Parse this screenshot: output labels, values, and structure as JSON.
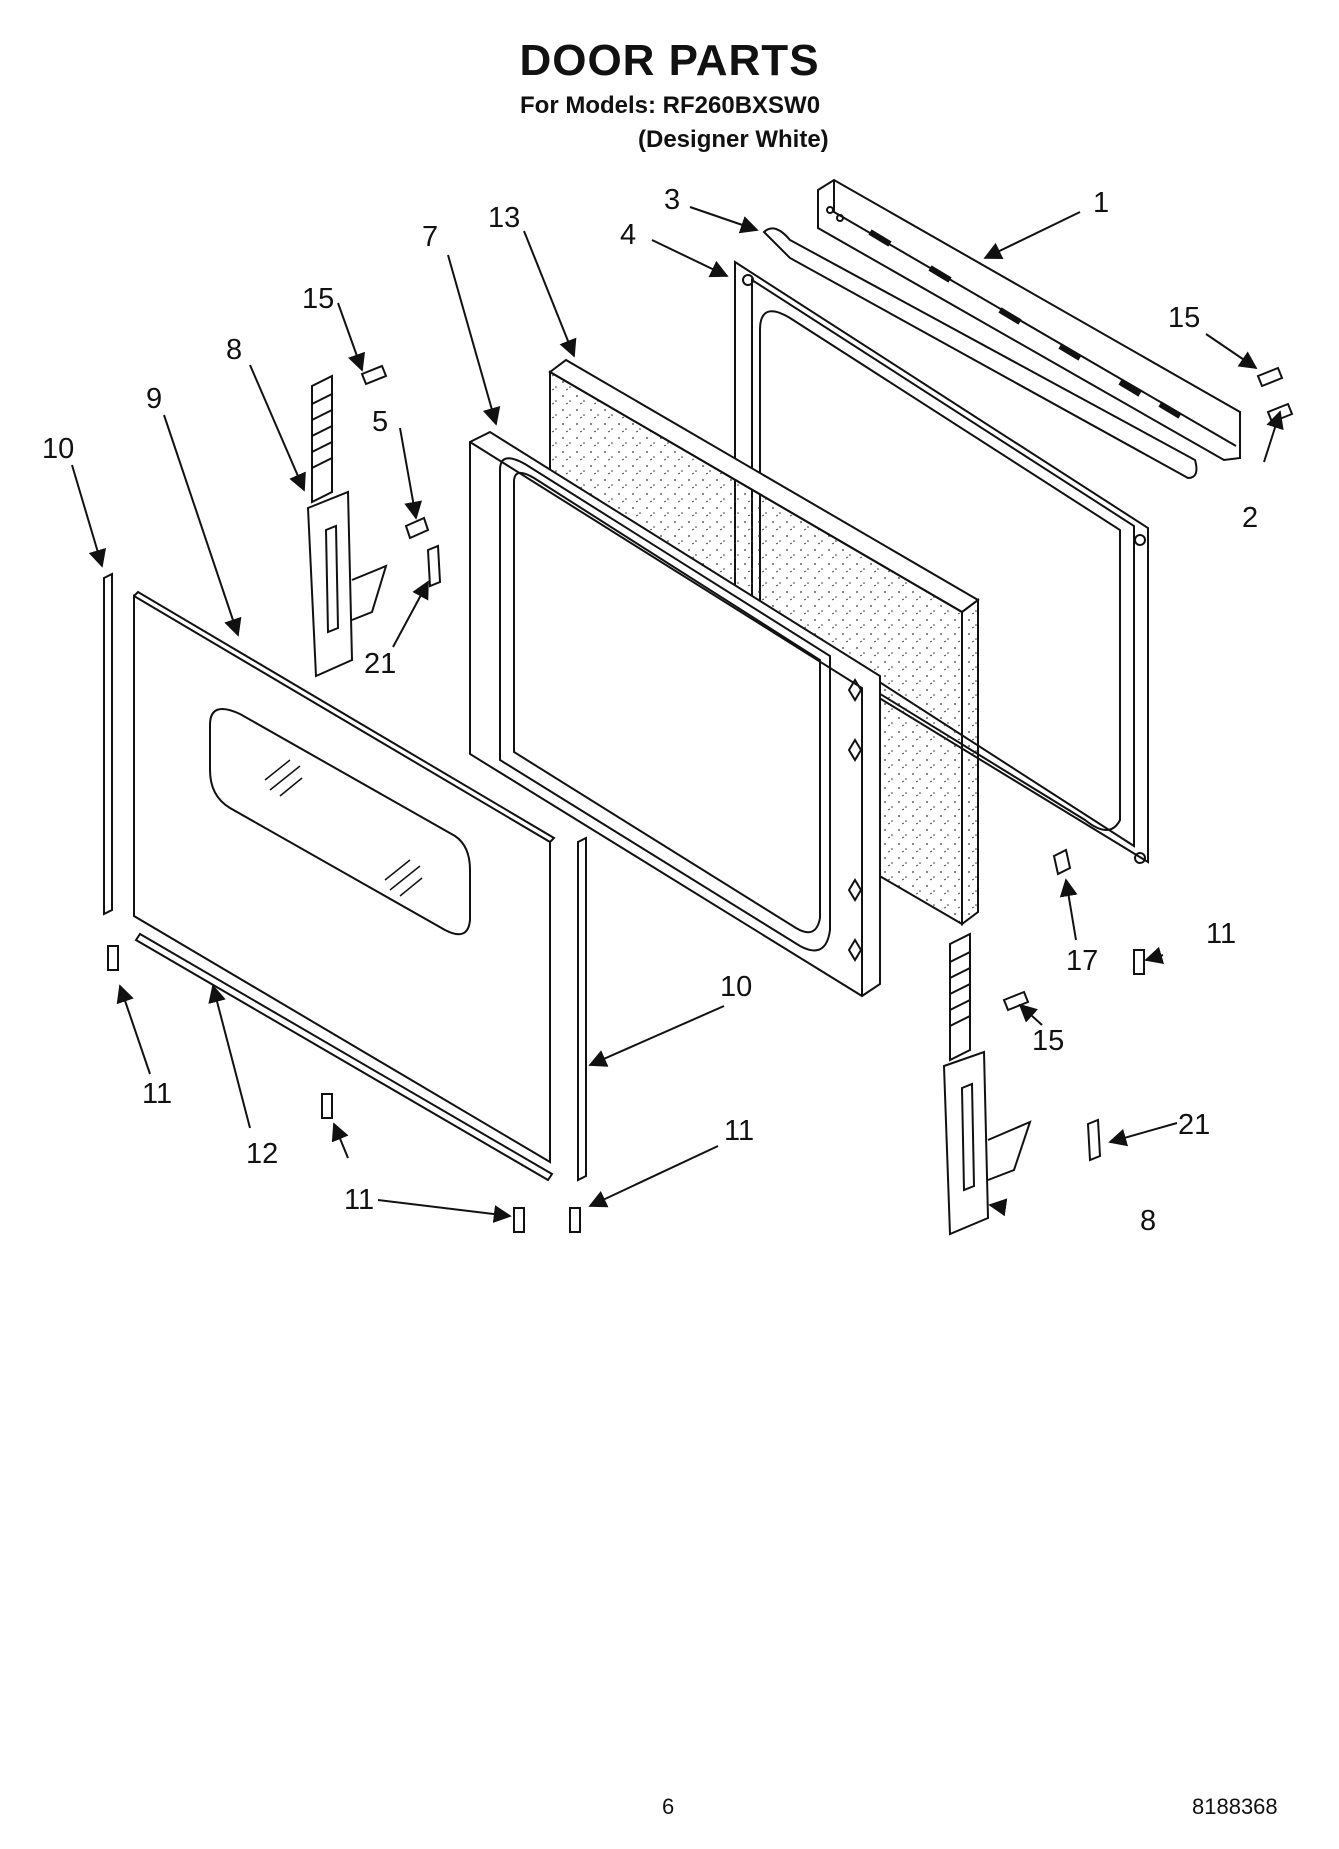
{
  "header": {
    "title": "DOOR PARTS",
    "models_line": "For Models: RF260BXSW0",
    "variant_line": "(Designer White)"
  },
  "callouts": {
    "c1": "1",
    "c2": "2",
    "c3": "3",
    "c4": "4",
    "c5": "5",
    "c7": "7",
    "c8a": "8",
    "c8b": "8",
    "c9": "9",
    "c10a": "10",
    "c10b": "10",
    "c11a": "11",
    "c11b": "11",
    "c11c": "11",
    "c11d": "11",
    "c12": "12",
    "c13": "13",
    "c15a": "15",
    "c15b": "15",
    "c15c": "15",
    "c17": "17",
    "c21a": "21",
    "c21b": "21"
  },
  "footer": {
    "page_number": "6",
    "doc_number": "8188368"
  }
}
